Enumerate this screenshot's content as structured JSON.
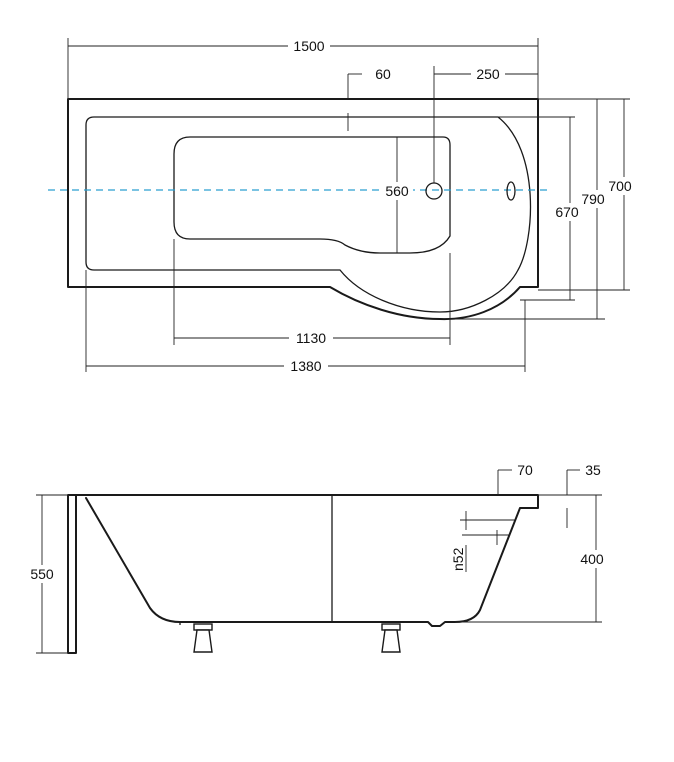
{
  "plan_view": {
    "dimensions": {
      "total_length": "1500",
      "drain_offset": "60",
      "overflow_offset": "250",
      "width_narrow": "700",
      "width_wide": "790",
      "inner_width": "670",
      "inner_depth": "560",
      "bottom_length": "1130",
      "inner_length": "1380"
    }
  },
  "side_view": {
    "dimensions": {
      "total_height": "550",
      "depth": "400",
      "rim_offset": "70",
      "rim_thickness": "35",
      "overflow_height": "n52"
    }
  },
  "colors": {
    "outline": "#1a1a1a",
    "center_axis": "#2a9fd0"
  }
}
